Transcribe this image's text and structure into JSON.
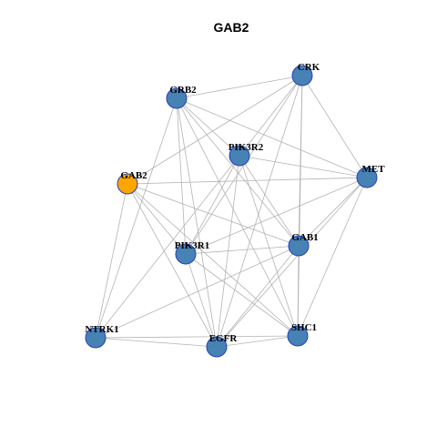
{
  "title": "GAB2",
  "colors": {
    "node_default": "#4682b4",
    "node_highlight": "#ffa500",
    "node_border": "#2a3fbf",
    "edge": "#b3b3b3"
  },
  "nodes": [
    {
      "id": "CRK",
      "label": "CRK",
      "highlight": false
    },
    {
      "id": "GRB2",
      "label": "GRB2",
      "highlight": false
    },
    {
      "id": "PIK3R2",
      "label": "PIK3R2",
      "highlight": false
    },
    {
      "id": "GAB2",
      "label": "GAB2",
      "highlight": true
    },
    {
      "id": "MET",
      "label": "MET",
      "highlight": false
    },
    {
      "id": "GAB1",
      "label": "GAB1",
      "highlight": false
    },
    {
      "id": "PIK3R1",
      "label": "PIK3R1",
      "highlight": false
    },
    {
      "id": "NTRK1",
      "label": "NTRK1",
      "highlight": false
    },
    {
      "id": "EGFR",
      "label": "EGFR",
      "highlight": false
    },
    {
      "id": "SHC1",
      "label": "SHC1",
      "highlight": false
    }
  ],
  "edges": [
    [
      "CRK",
      "GRB2"
    ],
    [
      "CRK",
      "PIK3R2"
    ],
    [
      "CRK",
      "GAB2"
    ],
    [
      "CRK",
      "MET"
    ],
    [
      "CRK",
      "GAB1"
    ],
    [
      "CRK",
      "PIK3R1"
    ],
    [
      "CRK",
      "EGFR"
    ],
    [
      "CRK",
      "SHC1"
    ],
    [
      "GRB2",
      "PIK3R2"
    ],
    [
      "GRB2",
      "MET"
    ],
    [
      "GRB2",
      "GAB1"
    ],
    [
      "GRB2",
      "PIK3R1"
    ],
    [
      "GRB2",
      "NTRK1"
    ],
    [
      "GRB2",
      "EGFR"
    ],
    [
      "GRB2",
      "SHC1"
    ],
    [
      "PIK3R2",
      "MET"
    ],
    [
      "PIK3R2",
      "GAB1"
    ],
    [
      "PIK3R2",
      "PIK3R1"
    ],
    [
      "PIK3R2",
      "NTRK1"
    ],
    [
      "PIK3R2",
      "EGFR"
    ],
    [
      "PIK3R2",
      "SHC1"
    ],
    [
      "GAB2",
      "MET"
    ],
    [
      "GAB2",
      "GAB1"
    ],
    [
      "GAB2",
      "PIK3R1"
    ],
    [
      "GAB2",
      "NTRK1"
    ],
    [
      "GAB2",
      "EGFR"
    ],
    [
      "GAB2",
      "SHC1"
    ],
    [
      "MET",
      "GAB1"
    ],
    [
      "MET",
      "PIK3R1"
    ],
    [
      "MET",
      "EGFR"
    ],
    [
      "MET",
      "SHC1"
    ],
    [
      "GAB1",
      "PIK3R1"
    ],
    [
      "GAB1",
      "NTRK1"
    ],
    [
      "GAB1",
      "EGFR"
    ],
    [
      "GAB1",
      "SHC1"
    ],
    [
      "PIK3R1",
      "EGFR"
    ],
    [
      "PIK3R1",
      "SHC1"
    ],
    [
      "NTRK1",
      "EGFR"
    ],
    [
      "NTRK1",
      "SHC1"
    ],
    [
      "EGFR",
      "SHC1"
    ]
  ]
}
